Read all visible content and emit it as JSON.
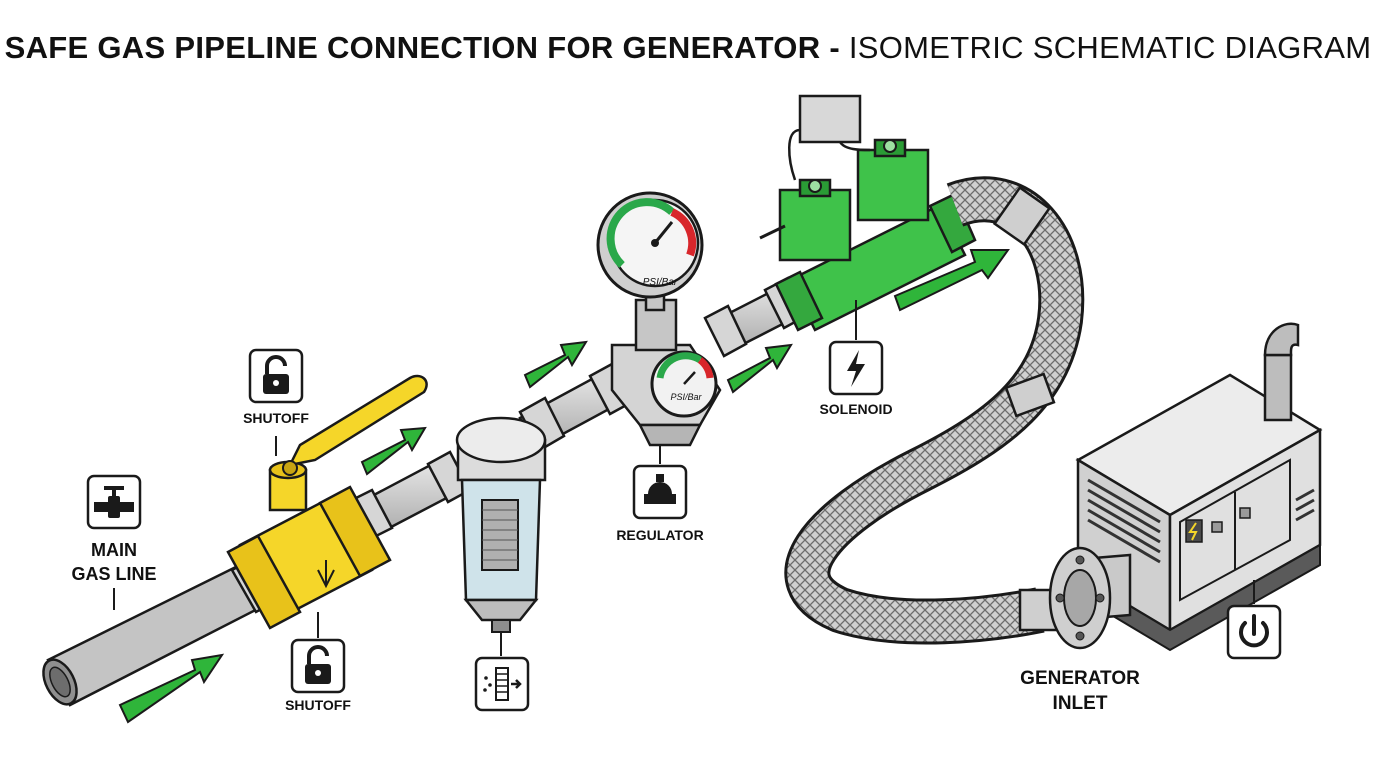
{
  "title": {
    "bold": "SAFE GAS PIPELINE CONNECTION FOR GENERATOR",
    "separator": " - ",
    "normal": "ISOMETRIC SCHEMATIC DIAGRAM"
  },
  "labels": {
    "main_gas_line_1": "MAIN",
    "main_gas_line_2": "GAS LINE",
    "shutoff_top": "SHUTOFF",
    "shutoff_bottom": "SHUTOFF",
    "regulator": "REGULATOR",
    "solenoid": "SOLENOID",
    "generator_inlet_1": "GENERATOR",
    "generator_inlet_2": "INLET"
  },
  "gauge_text": {
    "gauge_large": "PSI/Bar",
    "gauge_small": "PSI/Bar"
  },
  "colors": {
    "pipe": "#c9c9c9",
    "outline": "#1a1a1a",
    "valve_yellow": "#f5d629",
    "solenoid_green": "#3fc24a",
    "flow_arrow": "#2fb53a",
    "gauge_red": "#d8262b",
    "gauge_green": "#2aa84a",
    "hose": "#b8b8b8",
    "generator_body": "#e2e2e2"
  },
  "icons": [
    "valve-icon",
    "unlock-icon",
    "unlock-icon",
    "filter-icon",
    "regulator-icon",
    "lightning-icon",
    "power-icon"
  ]
}
